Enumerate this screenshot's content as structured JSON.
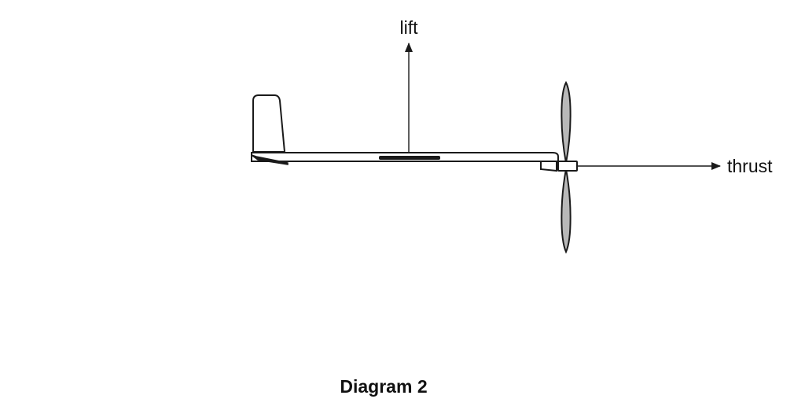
{
  "diagram": {
    "forces": {
      "lift_label": "lift",
      "thrust_label": "thrust"
    },
    "caption": "Diagram 2",
    "colors": {
      "outline": "#1a1a1a",
      "propeller_fill": "#b8b8b8",
      "background": "#ffffff"
    }
  }
}
